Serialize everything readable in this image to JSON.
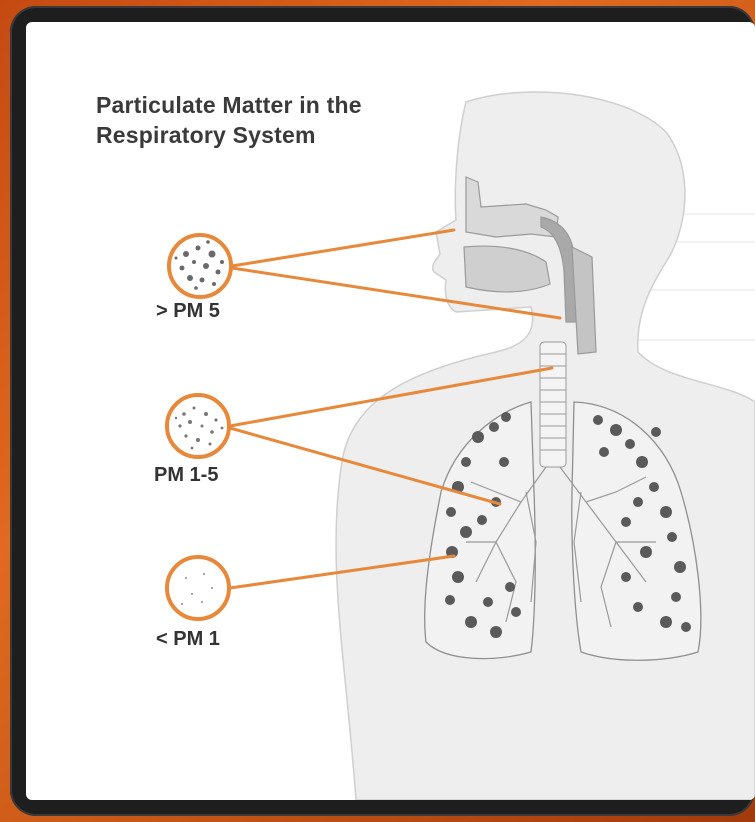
{
  "diagram": {
    "title_line1": "Particulate Matter in the",
    "title_line2": "Respiratory System",
    "labels": [
      {
        "id": "pm5",
        "text": "> PM 5"
      },
      {
        "id": "pm15",
        "text": "PM 1-5"
      },
      {
        "id": "pm1",
        "text": "< PM 1"
      }
    ],
    "colors": {
      "accent": "#e8883a",
      "body_fill": "#eeeeee",
      "body_stroke": "#c8c8c8",
      "dark_text": "#333333"
    }
  }
}
